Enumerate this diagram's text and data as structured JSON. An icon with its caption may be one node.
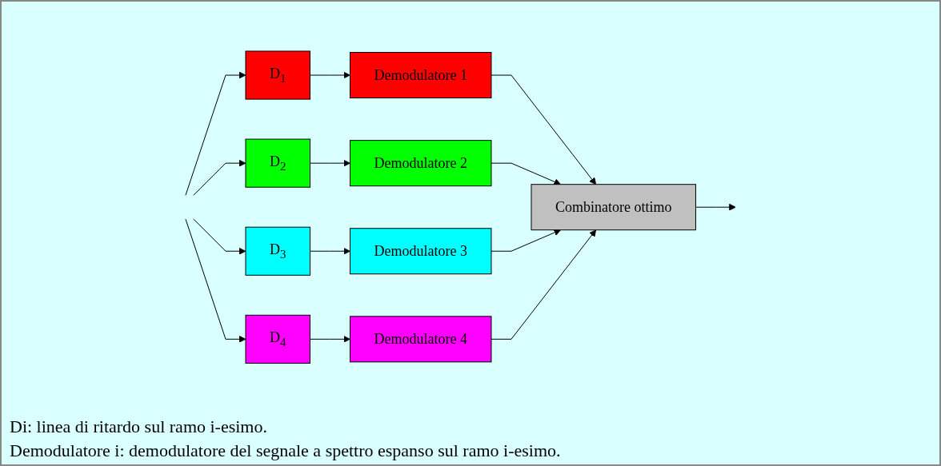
{
  "diagram": {
    "nodes": [
      {
        "text": [
          "D$_{1}$"
        ]
      },
      {
        "text": [
          "Demodulatore 1"
        ]
      },
      {
        "text": [
          "D$_{2}$"
        ]
      },
      {
        "text": [
          "Demodulatore 2"
        ]
      },
      {
        "text": [
          "D$_{3}$"
        ]
      },
      {
        "text": [
          "Demodulatore 3"
        ]
      },
      {
        "text": [
          "D$_{4}$"
        ]
      },
      {
        "text": [
          "Demodulatore 4"
        ]
      },
      {
        "text": [
          "Combinatore ottimo"
        ]
      }
    ],
    "edges": [
      {
        "from": null,
        "to": 0,
        "arrow": "to"
      },
      {
        "from": null,
        "to": 2,
        "arrow": "to"
      },
      {
        "from": null,
        "to": 4,
        "arrow": "to"
      },
      {
        "from": null,
        "to": 6,
        "arrow": "to"
      },
      {
        "from": 0,
        "to": 1,
        "arrow": "to"
      },
      {
        "from": 2,
        "to": 3,
        "arrow": "to"
      },
      {
        "from": 4,
        "to": 5,
        "arrow": "to"
      },
      {
        "from": 6,
        "to": 7,
        "arrow": "to"
      },
      {
        "from": 1,
        "to": 8,
        "arrow": "to"
      },
      {
        "from": 3,
        "to": 8,
        "arrow": "to"
      },
      {
        "from": 5,
        "to": 8,
        "arrow": "to"
      },
      {
        "from": 7,
        "to": 8,
        "arrow": "to"
      },
      {
        "from": 8,
        "to": null,
        "arrow": "to"
      }
    ],
    "labels": [
      "Di: linea di ritardo sul ramo i-esimo.",
      "Demodulatore i: demodulatore del segnale a spettro espanso sul ramo i-esimo."
    ]
  }
}
